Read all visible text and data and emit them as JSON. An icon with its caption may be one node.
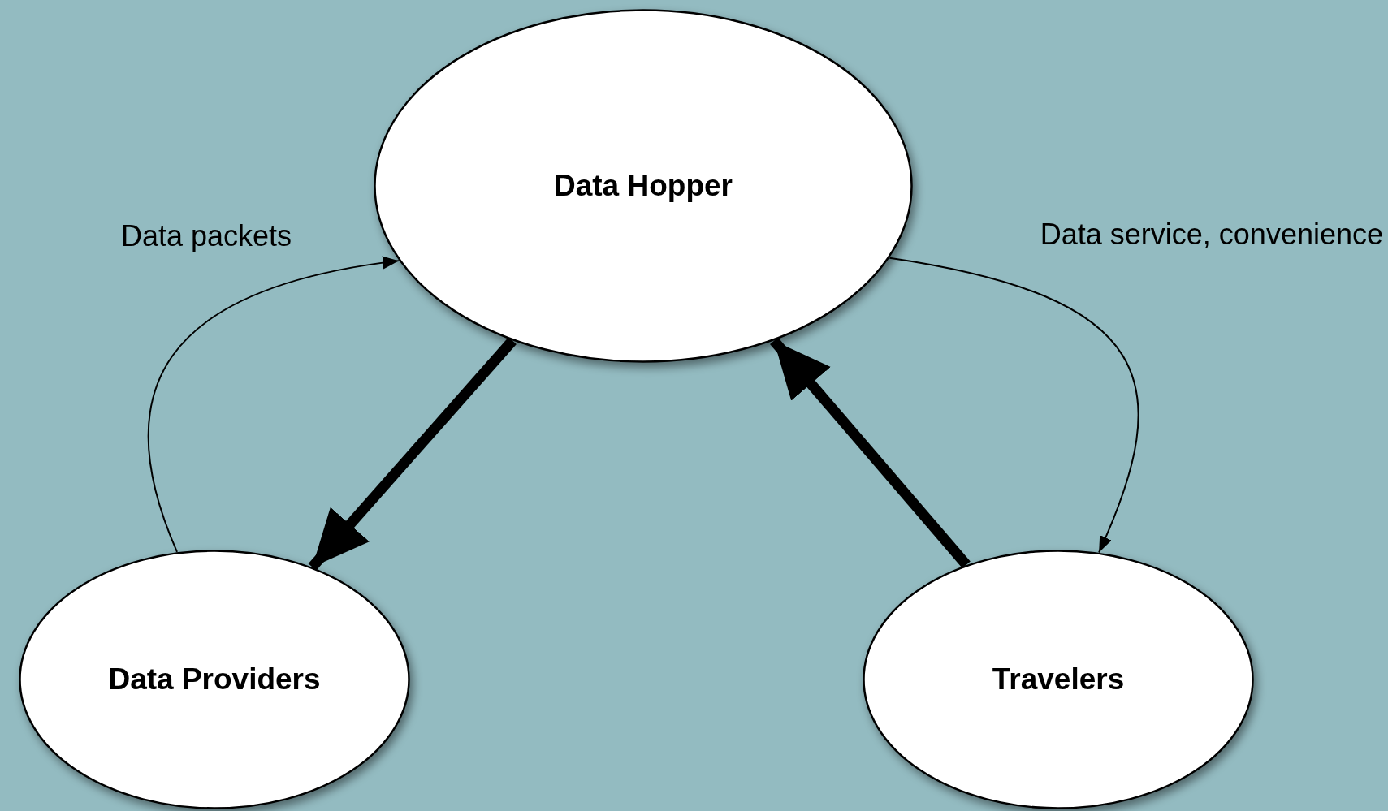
{
  "diagram": {
    "nodes": [
      {
        "text": [
          "Data Hopper"
        ]
      },
      {
        "text": [
          "Data Providers"
        ]
      },
      {
        "text": [
          "Travelers"
        ]
      }
    ],
    "edges": [
      {
        "from": 1,
        "to": 0,
        "arrow": "to",
        "label": "Data packets"
      },
      {
        "from": 0,
        "to": 1,
        "arrow": "to",
        "style": "thick"
      },
      {
        "from": 2,
        "to": 0,
        "arrow": "to",
        "style": "thick"
      },
      {
        "from": 0,
        "to": 2,
        "arrow": "to",
        "label": "Data service, convenience"
      }
    ]
  }
}
